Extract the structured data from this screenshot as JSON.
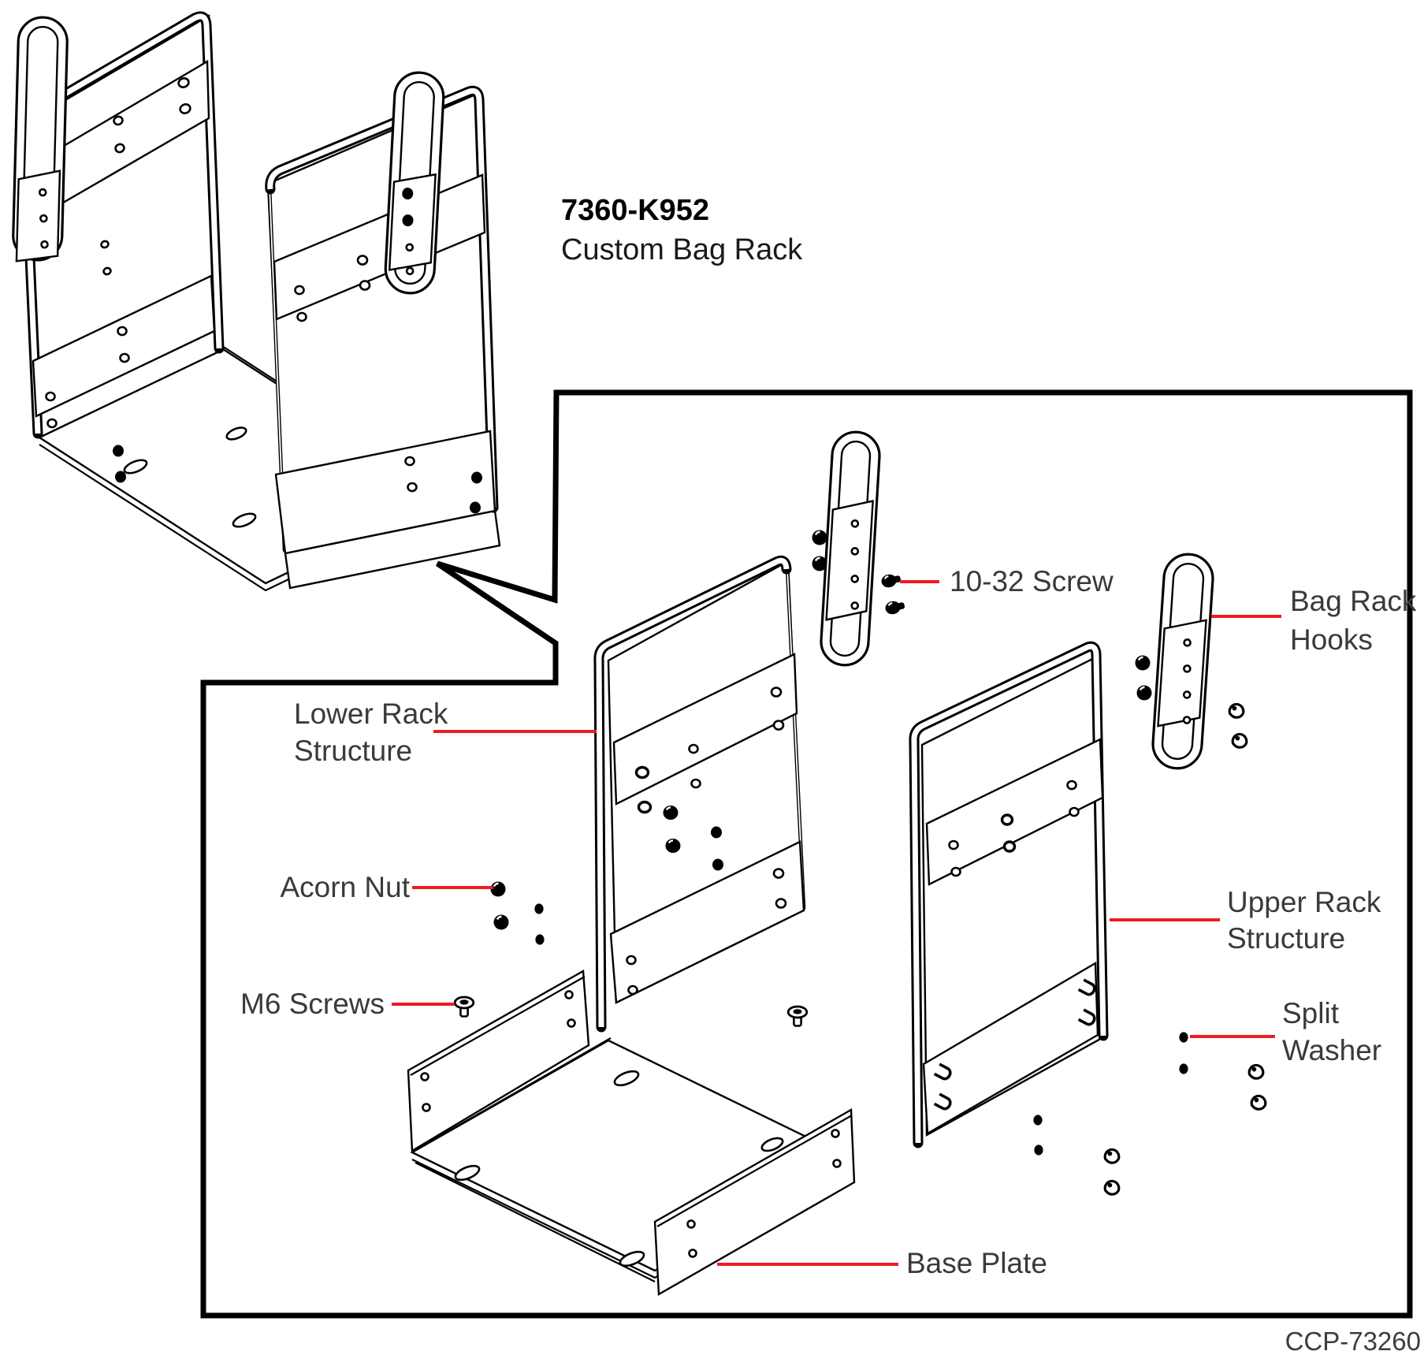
{
  "title": {
    "part_number": "7360-K952",
    "product_name": "Custom Bag Rack"
  },
  "footer": {
    "doc_code": "CCP-73260"
  },
  "colors": {
    "accent_red": "#ed1c24",
    "ink": "#000000",
    "label": "#3a3a3a"
  },
  "diagram": {
    "type": "exploded-parts-diagram",
    "views": [
      "assembled-bag-rack",
      "exploded-parts-box"
    ],
    "parts": [
      "Lower Rack Structure",
      "Acorn Nut",
      "M6 Screws",
      "10-32 Screw",
      "Bag Rack Hooks",
      "Upper Rack Structure",
      "Split Washer",
      "Base Plate"
    ]
  },
  "callouts": [
    {
      "id": "lower-rack-structure",
      "lines": [
        "Lower Rack",
        "Structure"
      ]
    },
    {
      "id": "acorn-nut",
      "lines": [
        "Acorn Nut"
      ]
    },
    {
      "id": "m6-screws",
      "lines": [
        "M6 Screws"
      ]
    },
    {
      "id": "screw-10-32",
      "lines": [
        "10-32 Screw"
      ]
    },
    {
      "id": "bag-rack-hooks",
      "lines": [
        "Bag Rack",
        "Hooks"
      ]
    },
    {
      "id": "upper-rack-structure",
      "lines": [
        "Upper Rack",
        "Structure"
      ]
    },
    {
      "id": "split-washer",
      "lines": [
        "Split",
        "Washer"
      ]
    },
    {
      "id": "base-plate",
      "lines": [
        "Base Plate"
      ]
    }
  ]
}
